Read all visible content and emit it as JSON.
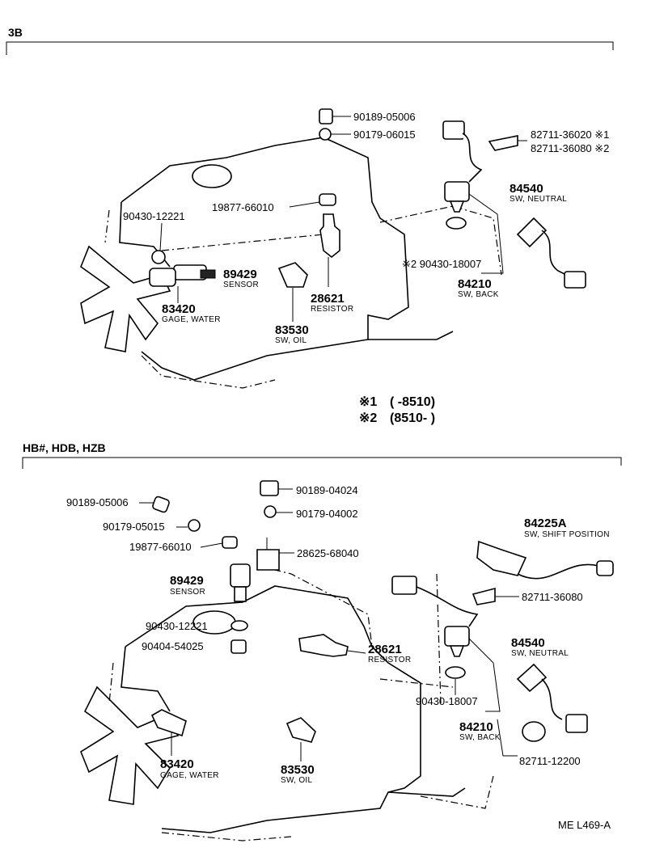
{
  "diagram_code": "ME L469-A",
  "sections": [
    {
      "title": "3B",
      "parts": [
        {
          "number": "90189-05006",
          "desc": ""
        },
        {
          "number": "90179-06015",
          "desc": ""
        },
        {
          "number": "82711-36020 ※1",
          "desc": ""
        },
        {
          "number": "82711-36080 ※2",
          "desc": ""
        },
        {
          "number": "19877-66010",
          "desc": ""
        },
        {
          "number": "90430-12221",
          "desc": ""
        },
        {
          "number": "84540",
          "desc": "SW, NEUTRAL"
        },
        {
          "number": "89429",
          "desc": "SENSOR"
        },
        {
          "number": "※2 90430-18007",
          "desc": ""
        },
        {
          "number": "84210",
          "desc": "SW, BACK"
        },
        {
          "number": "28621",
          "desc": "RESISTOR"
        },
        {
          "number": "83420",
          "desc": "GAGE, WATER"
        },
        {
          "number": "83530",
          "desc": "SW, OIL"
        }
      ],
      "notes": [
        {
          "mark": "※1",
          "range": "(      -8510)"
        },
        {
          "mark": "※2",
          "range": "(8510-      )"
        }
      ]
    },
    {
      "title": "HB#, HDB, HZB",
      "parts": [
        {
          "number": "90189-04024",
          "desc": ""
        },
        {
          "number": "90189-05006",
          "desc": ""
        },
        {
          "number": "90179-04002",
          "desc": ""
        },
        {
          "number": "90179-05015",
          "desc": ""
        },
        {
          "number": "84225A",
          "desc": "SW, SHIFT POSITION"
        },
        {
          "number": "19877-66010",
          "desc": ""
        },
        {
          "number": "28625-68040",
          "desc": ""
        },
        {
          "number": "89429",
          "desc": "SENSOR"
        },
        {
          "number": "82711-36080",
          "desc": ""
        },
        {
          "number": "90430-12221",
          "desc": ""
        },
        {
          "number": "90404-54025",
          "desc": ""
        },
        {
          "number": "28621",
          "desc": "RESISTOR"
        },
        {
          "number": "84540",
          "desc": "SW, NEUTRAL"
        },
        {
          "number": "90430-18007",
          "desc": ""
        },
        {
          "number": "84210",
          "desc": "SW, BACK"
        },
        {
          "number": "83420",
          "desc": "GAGE, WATER"
        },
        {
          "number": "83530",
          "desc": "SW, OIL"
        },
        {
          "number": "82711-12200",
          "desc": ""
        }
      ]
    }
  ]
}
